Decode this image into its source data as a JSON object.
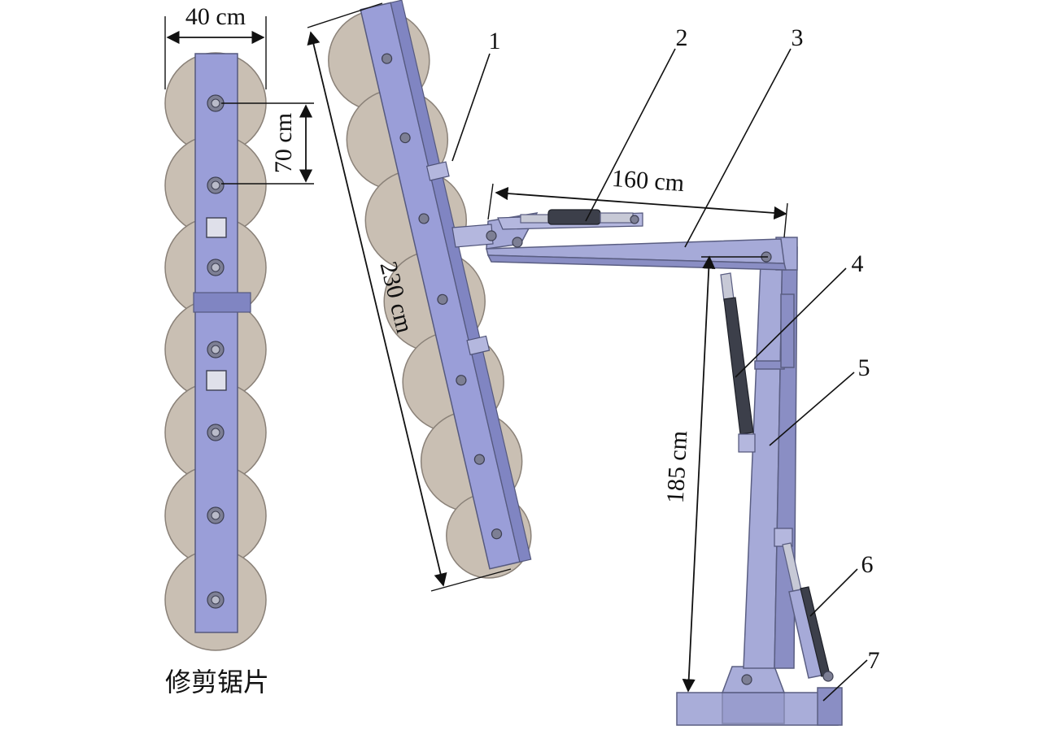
{
  "dimensions": {
    "width_label": "40 cm",
    "spacing_label": "70 cm",
    "blade_bar_length_label": "230 cm",
    "arm_length_label": "160 cm",
    "column_height_label": "185 cm"
  },
  "callouts": [
    "1",
    "2",
    "3",
    "4",
    "5",
    "6",
    "7"
  ],
  "caption": "修剪锯片",
  "colors": {
    "blade": "#c9bfb3",
    "frame": "#a6aad8",
    "cylinder": "#3c3f4a"
  }
}
